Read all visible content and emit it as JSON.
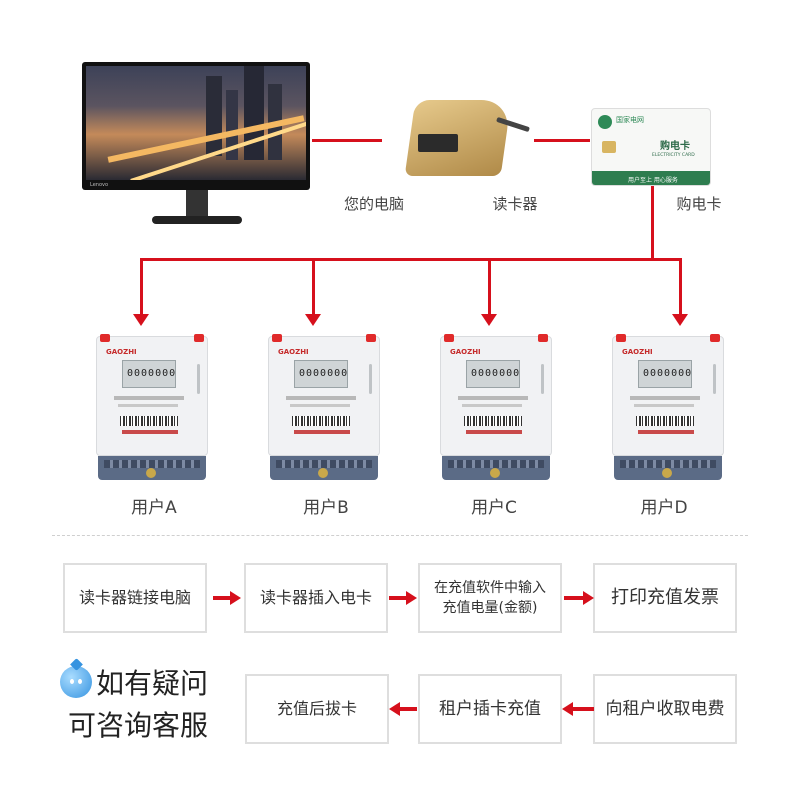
{
  "devices": {
    "computer_label": "您的电脑",
    "reader_label": "读卡器",
    "card_label": "购电卡",
    "card_title": "购电卡",
    "card_sub": "ELECTRICITY CARD",
    "card_footer": "用户至上  用心服务",
    "card_brand": "国家电网"
  },
  "meters": {
    "brand": "GAOZHI",
    "display": "0000000",
    "users": [
      "用户A",
      "用户B",
      "用户C",
      "用户D"
    ]
  },
  "flow": {
    "row1": [
      "读卡器链接电脑",
      "读卡器插入电卡",
      "在充值软件中输入充值电量(金额)",
      "打印充值发票"
    ],
    "row1_box3_line1": "在充值软件中输入",
    "row1_box3_line2": "充值电量(金额)",
    "row2": [
      "向租户收取电费",
      "租户插卡充值",
      "充值后拔卡"
    ]
  },
  "service": {
    "line1": "如有疑问",
    "line2": "可咨询客服"
  },
  "colors": {
    "accent": "#d6101c",
    "box_border": "#dedede"
  }
}
